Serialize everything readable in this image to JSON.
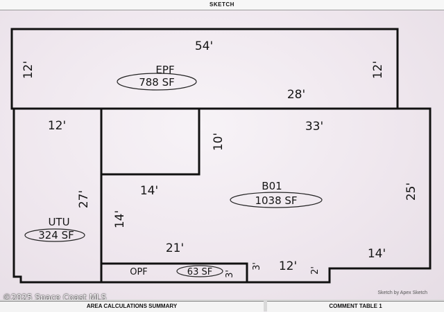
{
  "header": {
    "title": "SKETCH"
  },
  "sketch": {
    "epf": {
      "name": "EPF",
      "area": "788 SF",
      "dim_top": "54'",
      "dim_left": "12'",
      "dim_right": "12'",
      "dim_inner": "28'"
    },
    "b01": {
      "name": "B01",
      "area": "1038 SF",
      "dim_top": "33'",
      "dim_right": "25'",
      "dim_notch_v": "10'",
      "dim_notch_h": "14'",
      "dim_left": "14'",
      "dim_bottom": "21'",
      "dim_br": "14'",
      "dim_step_a": "3'",
      "dim_step_b": "12'",
      "dim_step_c": "2'"
    },
    "utu": {
      "name": "UTU",
      "area": "324 SF",
      "dim_top": "12'",
      "dim_right": "27'"
    },
    "opf": {
      "name": "OPF",
      "area": "63 SF",
      "dim_right": "3'"
    },
    "credit": "Sketch by Apex Sketch"
  },
  "footer": {
    "watermark": "©2025 Space Coast MLS",
    "area_summary": "AREA CALCULATIONS SUMMARY",
    "comment_table": "COMMENT TABLE 1"
  }
}
